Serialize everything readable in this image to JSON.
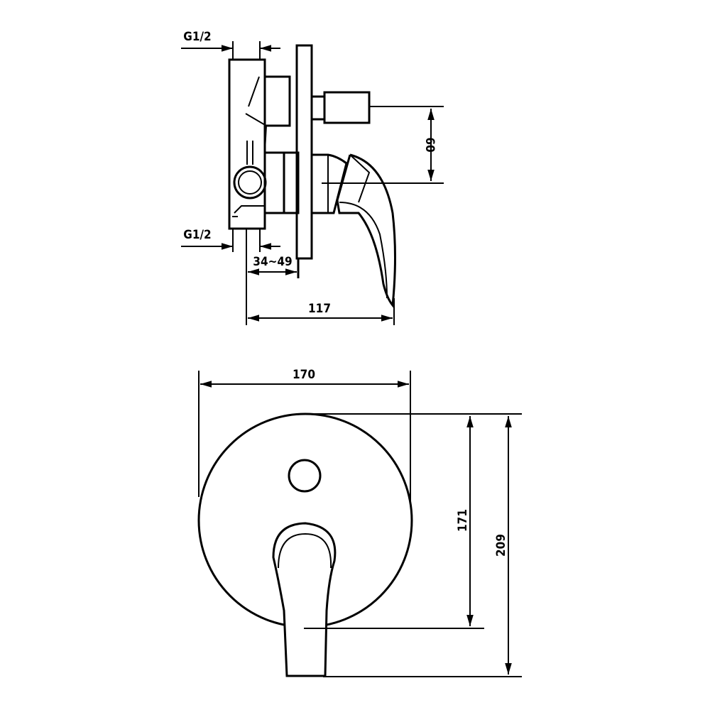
{
  "side_view": {
    "inlet_top_label": "G1/2",
    "inlet_bottom_label": "G1/2",
    "outlet_spacing_label": "60",
    "wall_depth_label": "34~49",
    "projection_label": "117"
  },
  "front_view": {
    "plate_width_label": "170",
    "plate_height_label": "171",
    "overall_height_label": "209"
  },
  "colors": {
    "line": "#000000",
    "background": "#ffffff"
  }
}
